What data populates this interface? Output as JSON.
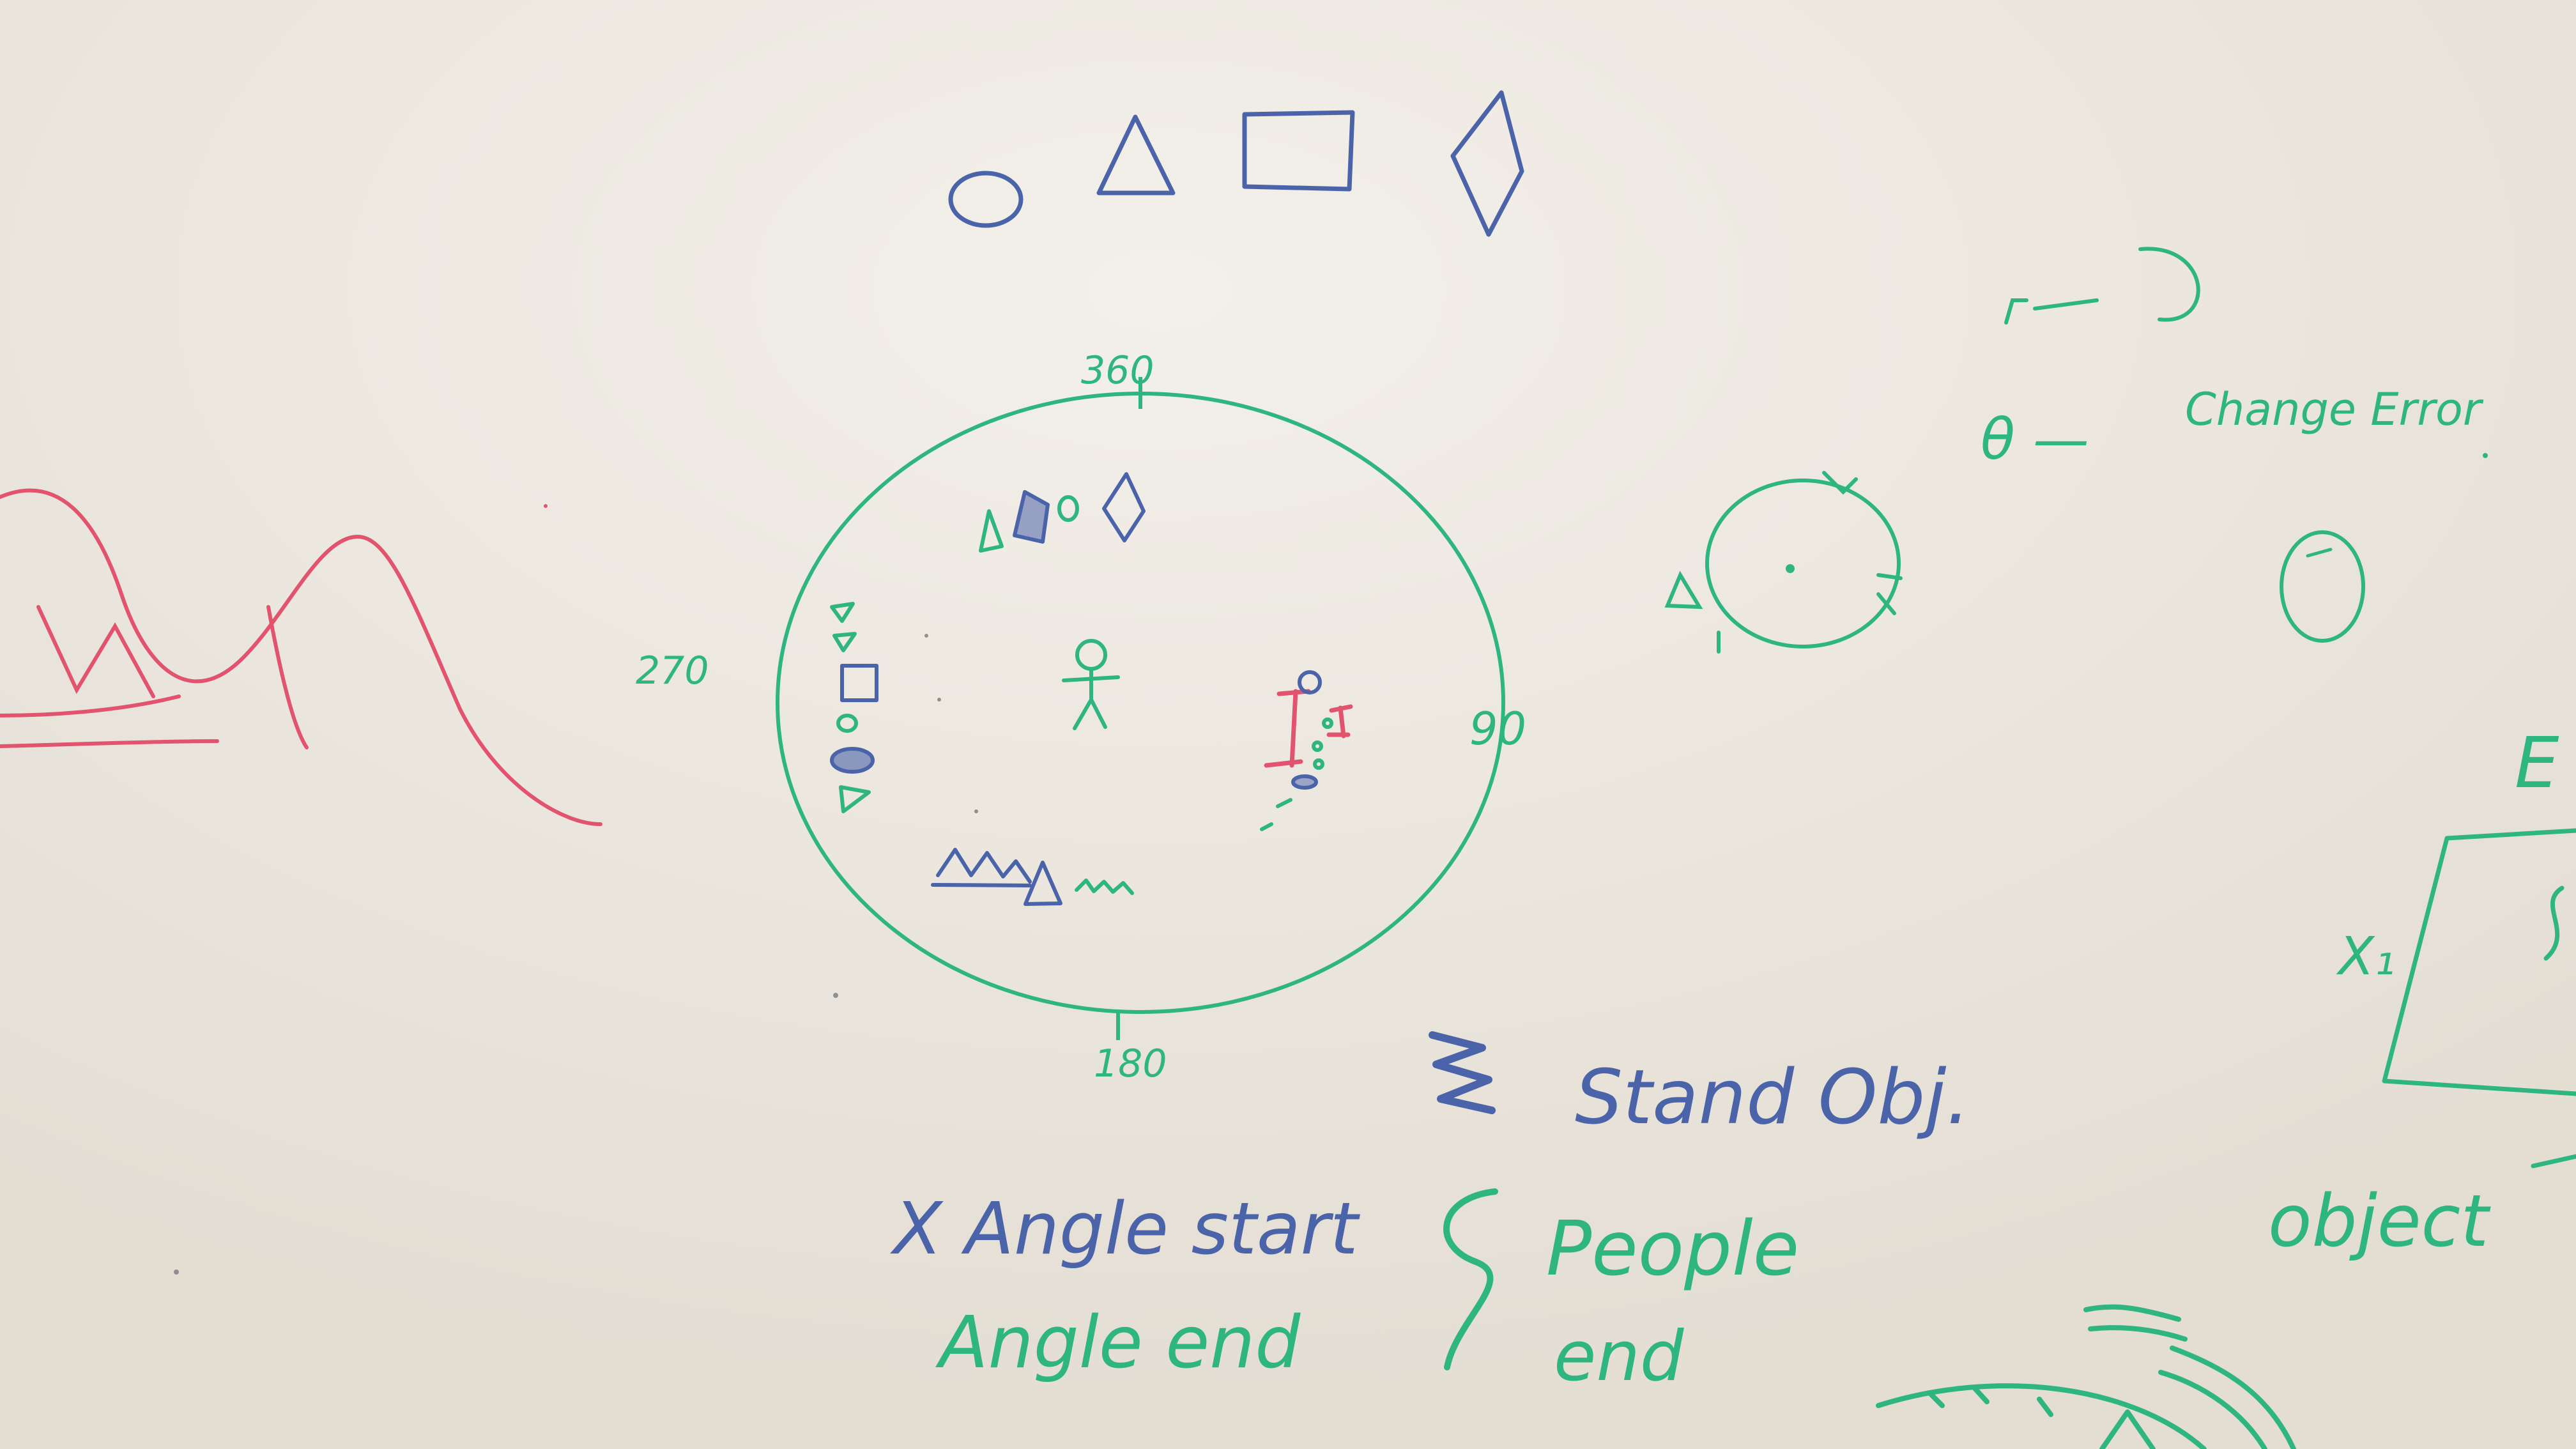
{
  "colors": {
    "board_light": "#f3f0ea",
    "board_dark": "#e3ddd2",
    "green_marker": "#2fb57f",
    "blue_marker": "#4a63a9",
    "red_marker": "#e2536e"
  },
  "diagram": {
    "angle_labels": {
      "top": "360",
      "right": "90",
      "bottom": "180",
      "left": "270"
    }
  },
  "legend": {
    "stand_label": "Stand Obj.",
    "people_label": "People",
    "end_label": "end",
    "angle_start_label": "X Angle start",
    "angle_end_label": "Angle end"
  },
  "notes": {
    "r_label": "r —",
    "theta_label": "θ —",
    "change_error_label": "Change Error",
    "x1_label": "X₁",
    "e_label": "E",
    "object_label": "object"
  },
  "icons": {
    "shapes": [
      "circle-icon",
      "triangle-icon",
      "square-icon",
      "diamond-icon"
    ],
    "person": "stick-figure-icon"
  }
}
